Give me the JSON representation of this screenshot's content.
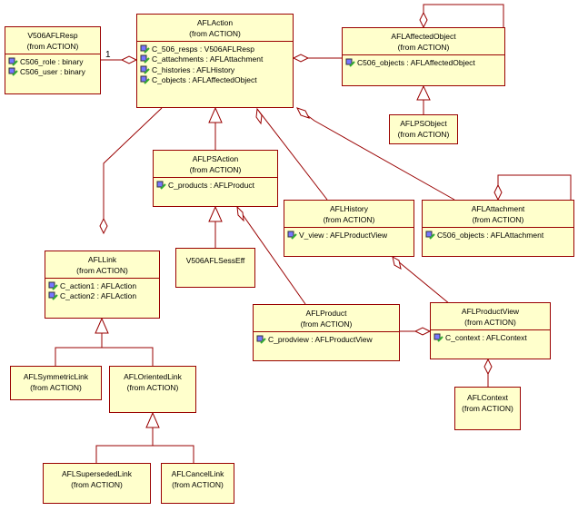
{
  "classes": {
    "v506aflresp": {
      "name": "V506AFLResp",
      "package": "(from ACTION)",
      "attributes": [
        "C506_role : binary",
        "C506_user : binary"
      ]
    },
    "aflaction": {
      "name": "AFLAction",
      "package": "(from ACTION)",
      "attributes": [
        "C_506_resps : V506AFLResp",
        "C_attachments : AFLAttachment",
        "C_histories : AFLHistory",
        "C_objects : AFLAffectedObject"
      ]
    },
    "aflaffectedobject": {
      "name": "AFLAffectedObject",
      "package": "(from ACTION)",
      "attributes": [
        "C506_objects : AFLAffectedObject"
      ]
    },
    "aflpsobject": {
      "name": "AFLPSObject",
      "package": "(from ACTION)",
      "attributes": []
    },
    "aflpsaction": {
      "name": "AFLPSAction",
      "package": "(from ACTION)",
      "attributes": [
        "C_products : AFLProduct"
      ]
    },
    "v506aflsesseff": {
      "name": "V506AFLSessEff",
      "package": "",
      "attributes": []
    },
    "aflhistory": {
      "name": "AFLHistory",
      "package": "(from ACTION)",
      "attributes": [
        "V_view : AFLProductView"
      ]
    },
    "aflattachment": {
      "name": "AFLAttachment",
      "package": "(from ACTION)",
      "attributes": [
        "C506_objects : AFLAttachment"
      ]
    },
    "afllink": {
      "name": "AFLLink",
      "package": "(from ACTION)",
      "attributes": [
        "C_action1 : AFLAction",
        "C_action2 : AFLAction"
      ]
    },
    "aflproduct": {
      "name": "AFLProduct",
      "package": "(from ACTION)",
      "attributes": [
        "C_prodview : AFLProductView"
      ]
    },
    "aflproductview": {
      "name": "AFLProductView",
      "package": "(from ACTION)",
      "attributes": [
        "C_context : AFLContext"
      ]
    },
    "aflsymmetriclink": {
      "name": "AFLSymmetricLink",
      "package": "(from ACTION)",
      "attributes": []
    },
    "afloriented link": {
      "name": "AFLOrientedLink",
      "package": "(from ACTION)",
      "attributes": []
    },
    "aflcontext": {
      "name": "AFLContext",
      "package": "(from ACTION)",
      "attributes": []
    },
    "aflsupersededlink": {
      "name": "AFLSupersededLink",
      "package": "(from ACTION)",
      "attributes": []
    },
    "aflcancellink": {
      "name": "AFLCancelLink",
      "package": "(from ACTION)",
      "attributes": []
    }
  },
  "multiplicities": {
    "resp_action": "1"
  },
  "colors": {
    "fill": "#ffffcc",
    "border": "#990000",
    "line": "#990000"
  },
  "icons": {
    "attribute": "protected-attribute-icon"
  }
}
